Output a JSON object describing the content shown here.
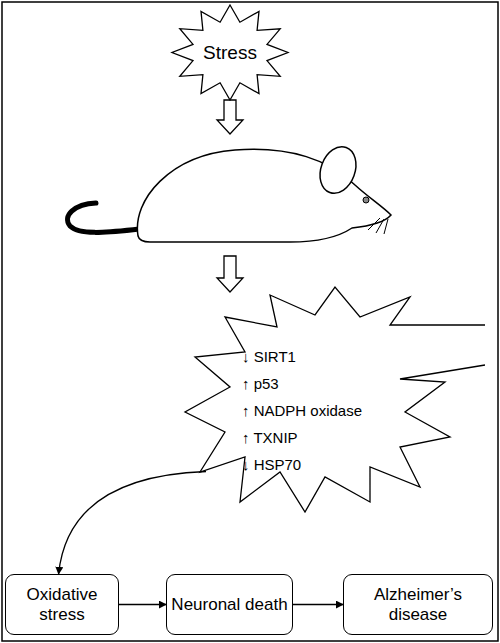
{
  "diagram": {
    "nodes": [
      {
        "text": [
          "Stress"
        ]
      },
      {
        "text": [
          "↓ SIRT1",
          "↑ p53",
          "↑ NADPH oxidase",
          "↑ TXNIP",
          "↓ HSP70"
        ]
      },
      {
        "text": [
          "Oxidative stress"
        ]
      },
      {
        "text": [
          "Neuronal death"
        ]
      },
      {
        "text": [
          "Alzheimer’s disease"
        ]
      }
    ],
    "edges": [
      {
        "from": 1,
        "to": 2,
        "arrow": "to"
      },
      {
        "from": 2,
        "to": 3,
        "arrow": "to"
      },
      {
        "from": 3,
        "to": 4,
        "arrow": "to"
      }
    ]
  }
}
